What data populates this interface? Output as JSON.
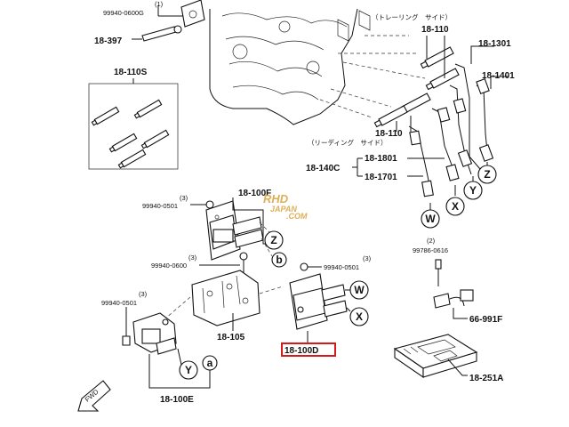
{
  "labels": {
    "p_99940_0600G_qty": "(1)",
    "p_99940_0600G": "99940-0600G",
    "p_18_397": "18-397",
    "p_18_110S": "18-110S",
    "p_18_110_top": "18-110",
    "p_trailing_side": "（トレーリング　サイド）",
    "p_18_1301": "18-1301",
    "p_18_1401": "18-1401",
    "p_18_110_bottom": "18-110",
    "p_leading_side": "（リーディング　サイド）",
    "p_18_1801": "18-1801",
    "p_18_140C": "18-140C",
    "p_18_1701": "18-1701",
    "p_18_100F": "18-100F",
    "p_99940_0501_a_qty": "(3)",
    "p_99940_0501_a": "99940-0501",
    "p_99940_0600_qty": "(3)",
    "p_99940_0600": "99940-0600",
    "p_99940_0501_b": "99940-0501",
    "p_99940_0501_b_qty": "(3)",
    "p_99940_0501_c_qty": "(3)",
    "p_99940_0501_c": "99940-0501",
    "p_18_105": "18-105",
    "p_18_100D": "18-100D",
    "p_18_100E": "18-100E",
    "p_99786_0616_qty": "(2)",
    "p_99786_0616": "99786-0616",
    "p_66_991F": "66-991F",
    "p_18_251A": "18-251A",
    "fwd": "FWD"
  },
  "connectors": {
    "W": "W",
    "X": "X",
    "Y": "Y",
    "Z": "Z",
    "a": "a",
    "b": "b"
  },
  "watermark": {
    "line1": "RHD",
    "line2": "JAPAN",
    "line3": ".COM"
  },
  "colors": {
    "ink": "#111111",
    "highlight_box": "#d61a1a",
    "watermark": "#d8a23a"
  }
}
